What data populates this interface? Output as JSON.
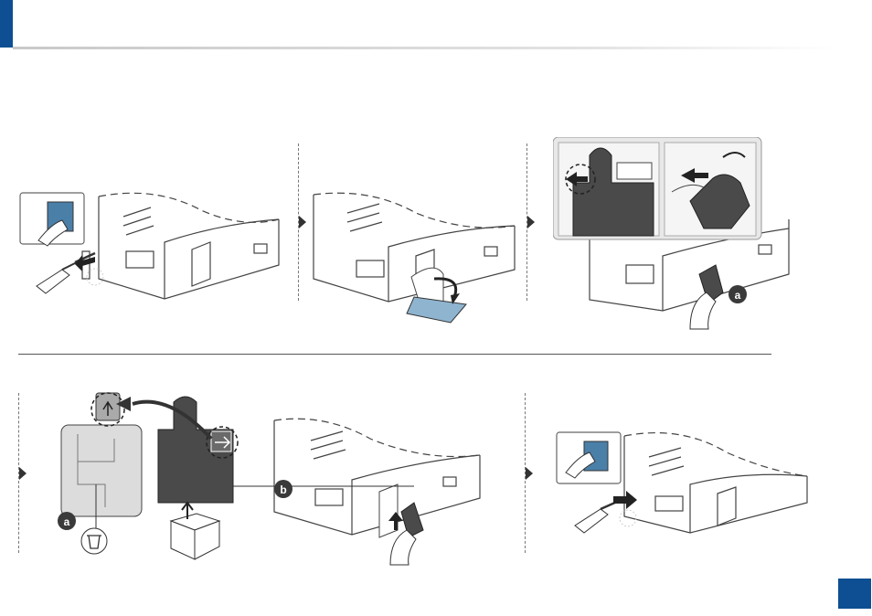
{
  "page": {
    "page_number": "",
    "accent_color": "#0d4f92"
  },
  "steps": [
    {
      "icon": "power-cable-unplug-icon"
    },
    {
      "icon": "cover-open-icon"
    },
    {
      "icon": "toner-container-release-icon",
      "callouts": [
        "a"
      ]
    },
    {
      "icon": "toner-container-dispose-icon",
      "callouts": [
        "b",
        "a"
      ]
    },
    {
      "icon": "power-cable-plug-icon"
    }
  ],
  "callout_labels": {
    "a": "a",
    "b": "b"
  }
}
